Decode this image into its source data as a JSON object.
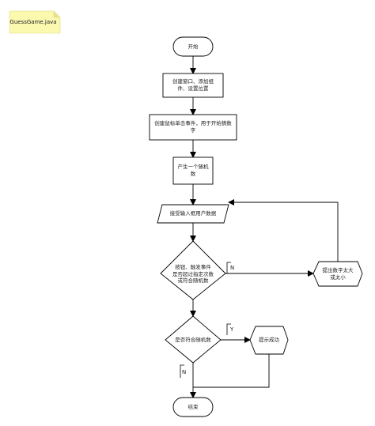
{
  "note": {
    "text": "GuessGame.java",
    "color": "#fbf8b0"
  },
  "nodes": {
    "start": "开始",
    "create_window": "创建窗口、添加组\n件、设置位置",
    "mouse_event": "创建鼠标单击事件，用于开始猜数\n字",
    "random": "产生一个随机\n数",
    "input": "接受输入框用户数据",
    "decision_trigger": "按钮、触发事件\n是否超过指定次数\n或符合随机数",
    "hint": "提出数字太大\n或太小",
    "decision_match": "是否符合随机数",
    "success": "提示成功",
    "end": "结束"
  },
  "edges": {
    "no1": "N",
    "yes": "Y",
    "no2": "N"
  },
  "colors": {
    "stroke": "#000000",
    "fill": "#ffffff"
  }
}
